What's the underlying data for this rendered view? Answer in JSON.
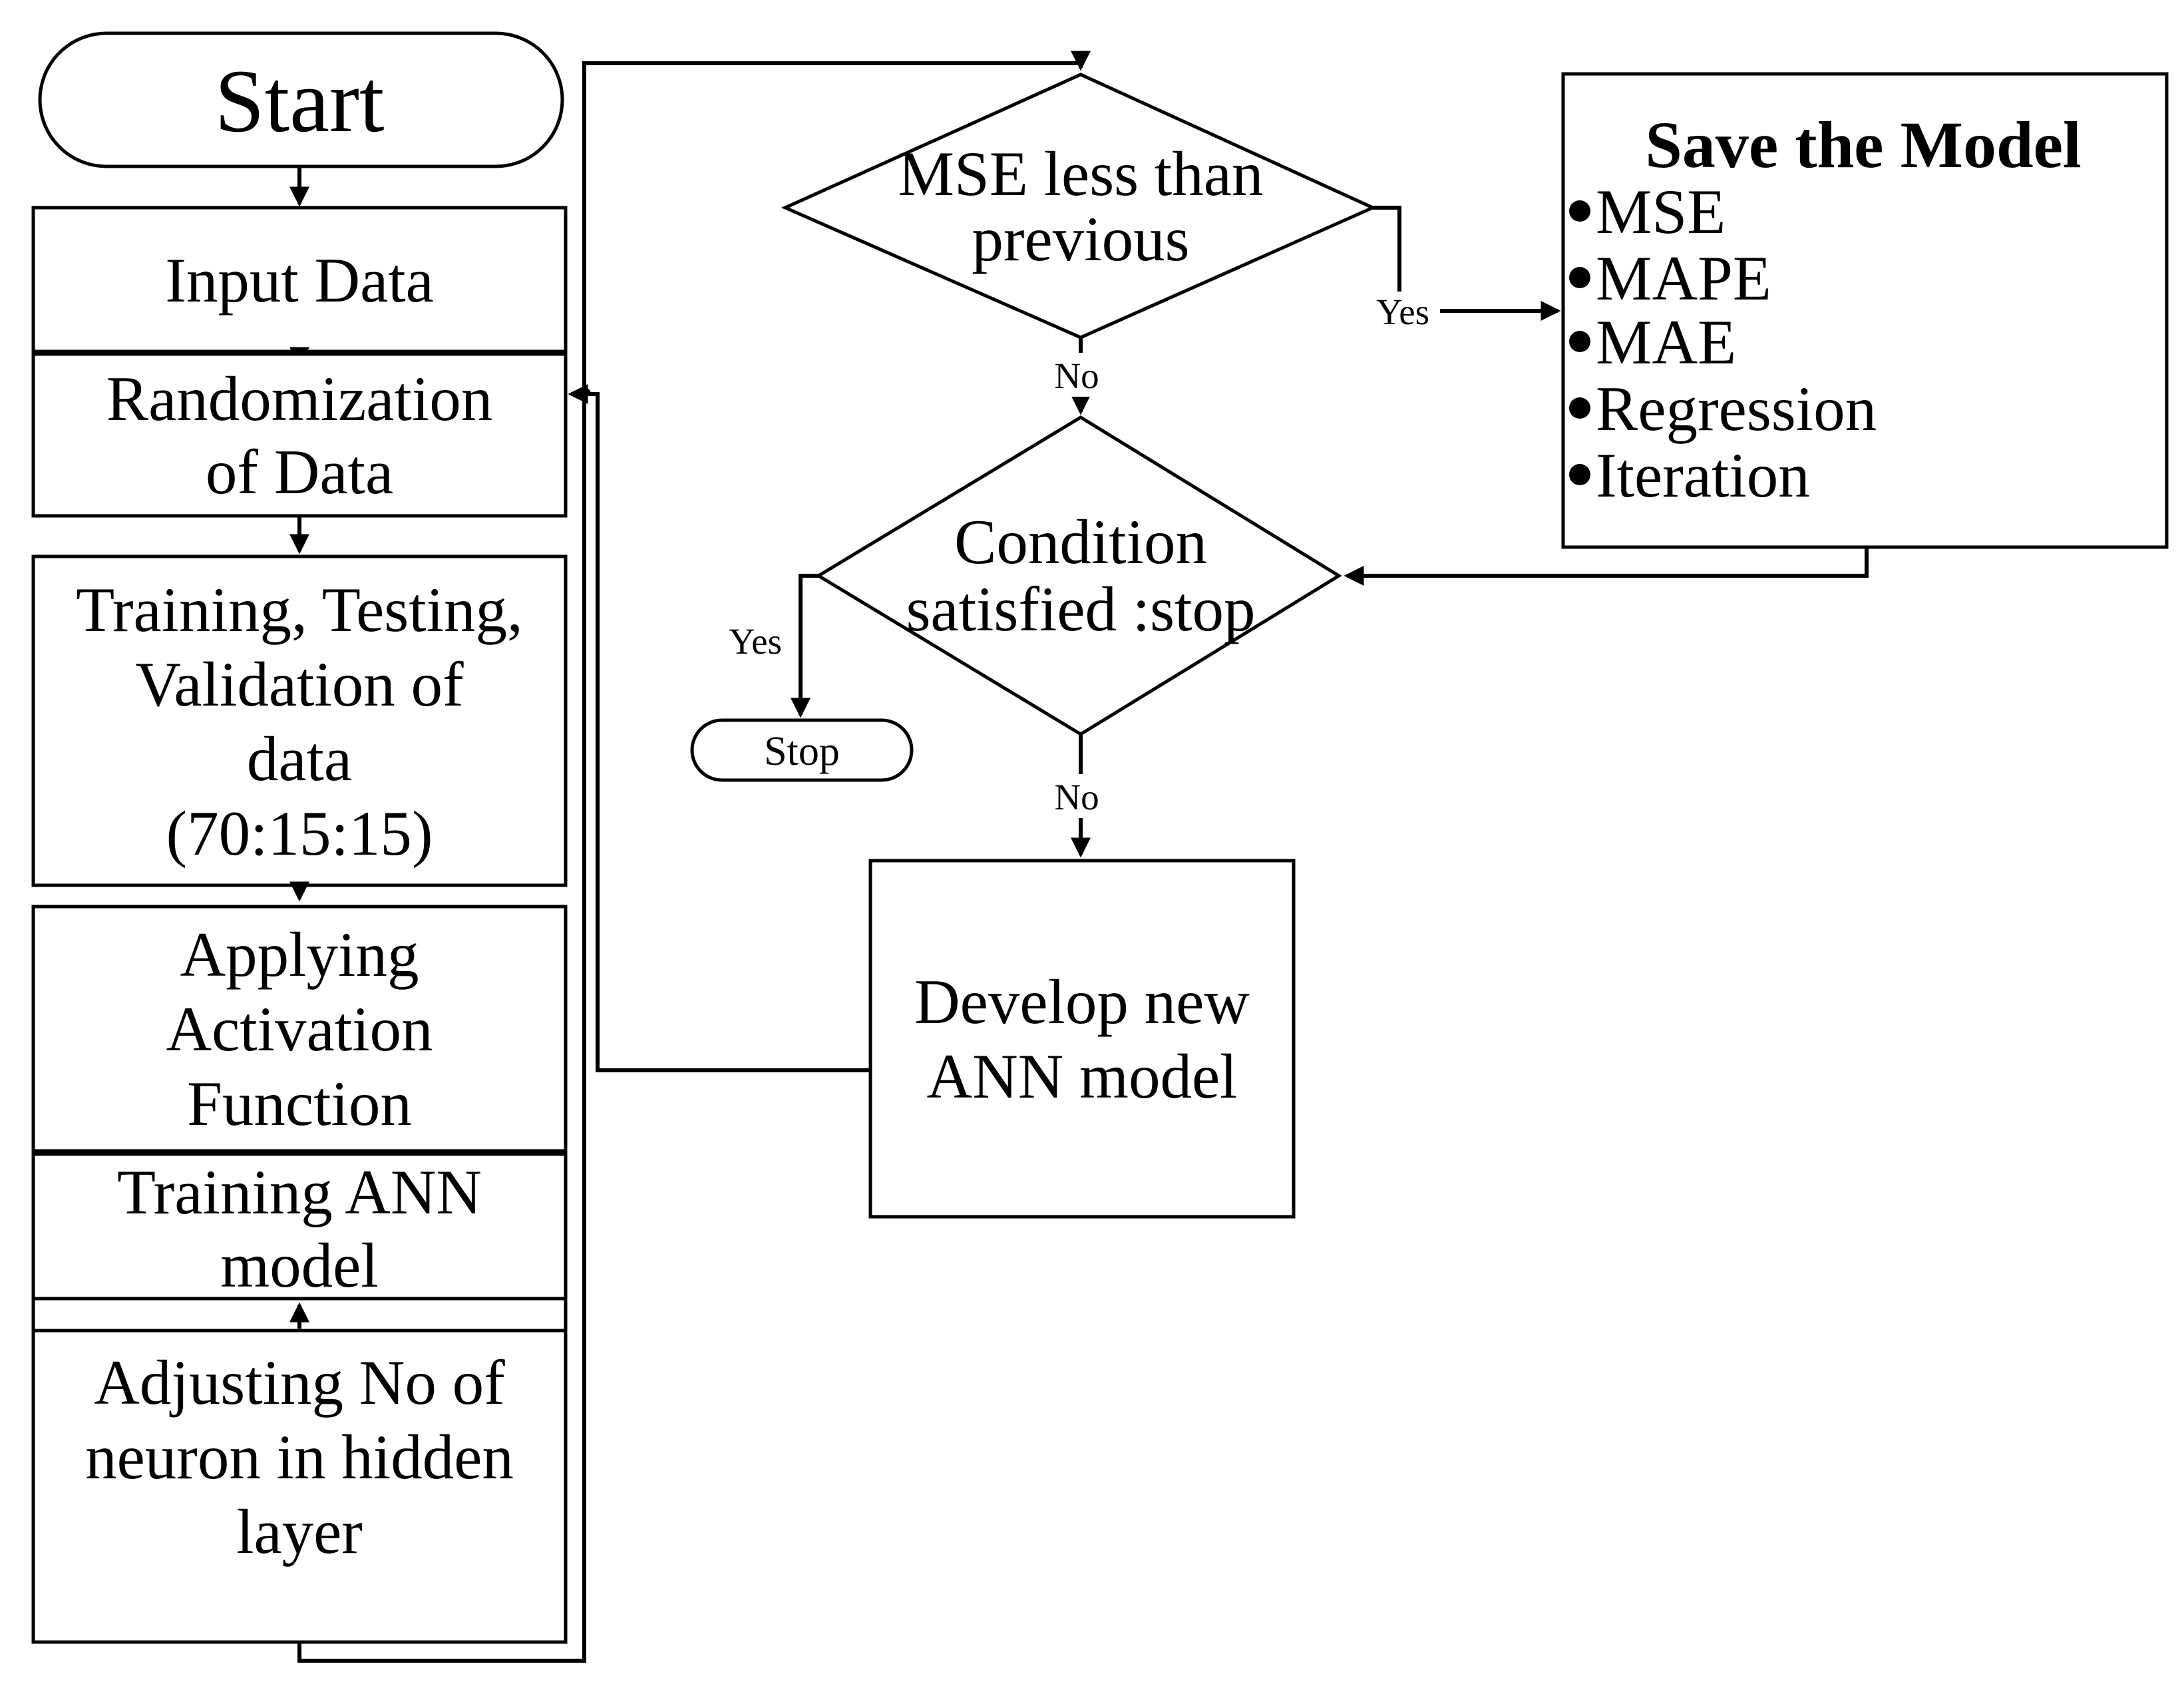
{
  "colors": {
    "stroke": "#000000",
    "shape_fill": "#ffffff",
    "text": "#000000",
    "background": "#ffffff"
  },
  "nodes": {
    "start": {
      "label": "Start"
    },
    "input_data": {
      "label": "Input Data"
    },
    "randomization": {
      "line1": "Randomization",
      "line2": "of Data"
    },
    "split_data": {
      "line1": "Training, Testing,",
      "line2": "Validation of",
      "line3": "data",
      "line4": "(70:15:15)"
    },
    "activation": {
      "line1": "Applying",
      "line2": "Activation",
      "line3": "Function"
    },
    "training_ann": {
      "line1": "Training ANN",
      "line2": "model"
    },
    "adjusting": {
      "line1": "Adjusting No of",
      "line2": "neuron in hidden",
      "line3": "layer"
    },
    "mse_decision": {
      "line1": "MSE less than",
      "line2": "previous"
    },
    "condition_decision": {
      "line1": "Condition",
      "line2": "satisfied :stop"
    },
    "stop": {
      "label": "Stop"
    },
    "develop": {
      "line1": "Develop new",
      "line2": "ANN model"
    },
    "save_model": {
      "title": "Save the Model",
      "items": [
        "MSE",
        "MAPE",
        "MAE",
        "Regression",
        "Iteration"
      ]
    }
  },
  "edge_labels": {
    "mse_no": "No",
    "mse_yes": "Yes",
    "condition_yes": "Yes",
    "condition_no": "No"
  }
}
